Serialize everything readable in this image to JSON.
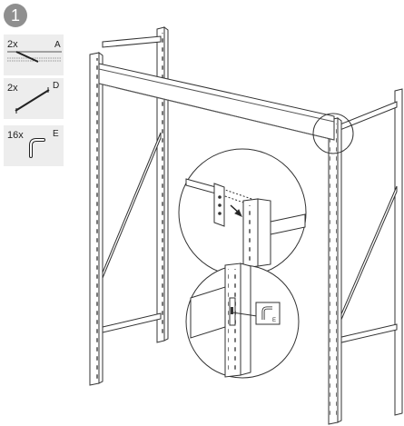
{
  "step": {
    "number": "1"
  },
  "parts": [
    {
      "qty": "2x",
      "letter": "A",
      "icon": "beam-icon"
    },
    {
      "qty": "2x",
      "letter": "D",
      "icon": "brace-icon"
    },
    {
      "qty": "16x",
      "letter": "E",
      "icon": "clip-icon"
    }
  ],
  "callout": {
    "label": "E"
  },
  "colors": {
    "badge": "#8f8f8f",
    "card": "#ededed",
    "line": "#333333"
  }
}
